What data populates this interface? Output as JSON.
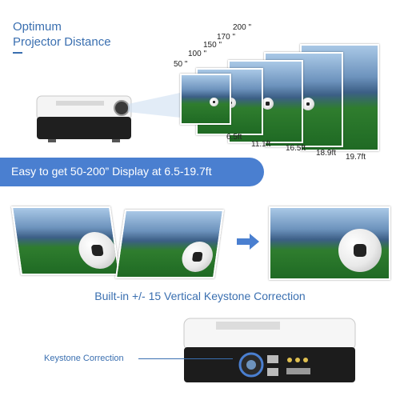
{
  "heading": {
    "line1": "Optimum",
    "line2": "Projector Distance"
  },
  "screen_sizes": [
    "50 \"",
    "100 \"",
    "150 \"",
    "170 \"",
    "200 \""
  ],
  "distances": [
    "6.5ft",
    "11.1ft",
    "16.5ft",
    "18.9ft",
    "19.7ft"
  ],
  "banner": {
    "text": "Easy to get 50-200” Display at 6.5-19.7ft"
  },
  "keystone": {
    "caption": "Built-in +/- 15 Vertical Keystone Correction",
    "label": "Keystone Correction"
  },
  "colors": {
    "accent": "#3a6fb0",
    "banner": "#4a7fd0"
  },
  "icons": {
    "arrow": "arrow-right-icon"
  }
}
